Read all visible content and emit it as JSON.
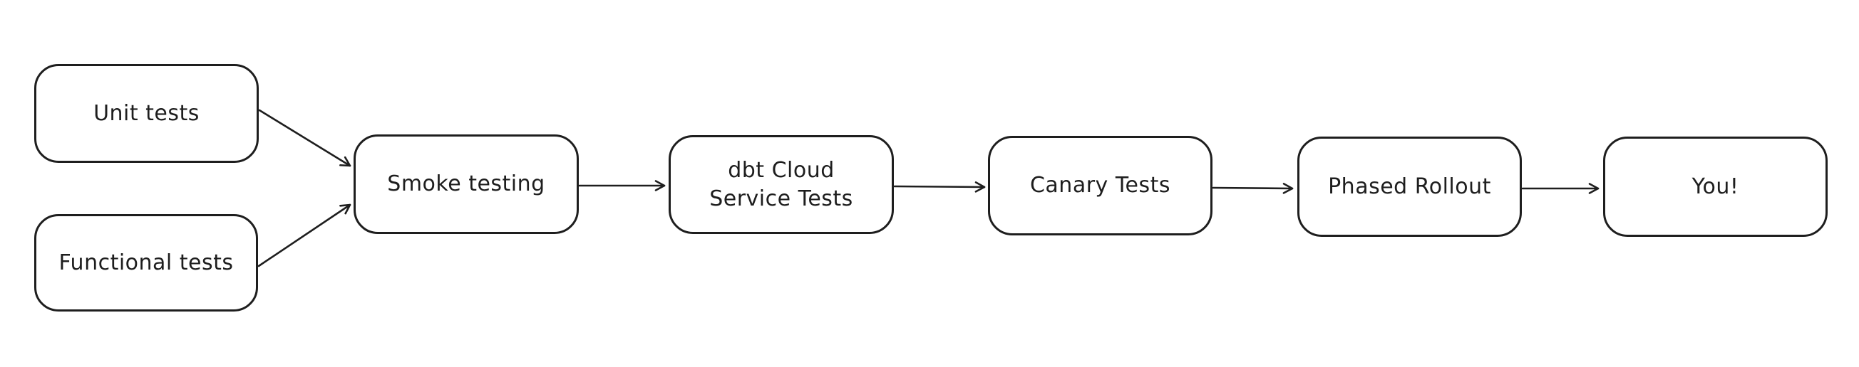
{
  "canvas": {
    "background_color": "#ffffff",
    "stroke_color": "#1e1e1e",
    "style": "hand-drawn flowchart"
  },
  "diagram": {
    "nodes": [
      {
        "id": "unit-tests",
        "label": "Unit tests"
      },
      {
        "id": "functional-tests",
        "label": "Functional tests"
      },
      {
        "id": "smoke-testing",
        "label": "Smoke testing"
      },
      {
        "id": "dbt-cloud-service-tests",
        "label": "dbt Cloud Service Tests",
        "label_lines": [
          "dbt Cloud",
          "Service Tests"
        ]
      },
      {
        "id": "canary-tests",
        "label": "Canary Tests"
      },
      {
        "id": "phased-rollout",
        "label": "Phased Rollout"
      },
      {
        "id": "you",
        "label": "You!"
      }
    ],
    "edges": [
      {
        "from": "unit-tests",
        "to": "smoke-testing",
        "arrowhead": "arrow"
      },
      {
        "from": "functional-tests",
        "to": "smoke-testing",
        "arrowhead": "arrow"
      },
      {
        "from": "smoke-testing",
        "to": "dbt-cloud-service-tests",
        "arrowhead": "arrow"
      },
      {
        "from": "dbt-cloud-service-tests",
        "to": "canary-tests",
        "arrowhead": "arrow"
      },
      {
        "from": "canary-tests",
        "to": "phased-rollout",
        "arrowhead": "arrow"
      },
      {
        "from": "phased-rollout",
        "to": "you",
        "arrowhead": "arrow"
      }
    ]
  }
}
